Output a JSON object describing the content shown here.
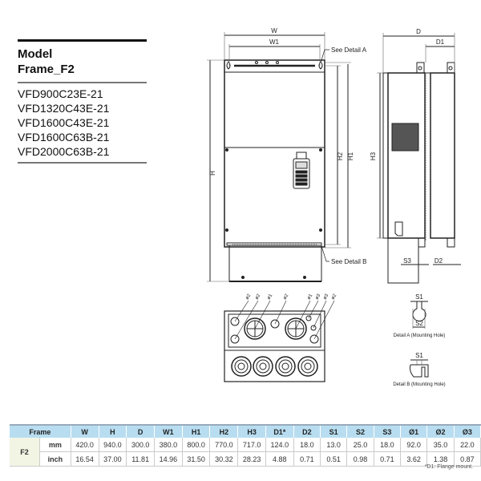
{
  "model_block": {
    "title_line1": "Model",
    "title_line2": "Frame_F2",
    "models": [
      "VFD900C23E-21",
      "VFD1320C43E-21",
      "VFD1600C43E-21",
      "VFD1600C63B-21",
      "VFD2000C63B-21"
    ]
  },
  "drawing": {
    "front_labels": {
      "W": "W",
      "W1": "W1",
      "H": "H",
      "H1": "H1",
      "H2": "H2"
    },
    "side_labels": {
      "D": "D",
      "D1": "D1",
      "H3": "H3",
      "S3": "S3",
      "D2": "D2"
    },
    "callouts": {
      "detail_a": "See Detail A",
      "detail_b": "See Detail B"
    },
    "bottom_view_labels": [
      "ø2",
      "ø2",
      "ø1",
      "ø2",
      "ø1",
      "ø3",
      "ø3",
      "ø2"
    ],
    "detail_a": {
      "caption": "Detail A (Mounting Hole)",
      "s1": "S1",
      "s2": "S2"
    },
    "detail_b": {
      "caption": "Detail B (Mounting Hole)",
      "s1": "S1"
    }
  },
  "table": {
    "headers": [
      "Frame",
      "W",
      "H",
      "D",
      "W1",
      "H1",
      "H2",
      "H3",
      "D1*",
      "D2",
      "S1",
      "S2",
      "S3",
      "Ø1",
      "Ø2",
      "Ø3"
    ],
    "frame": "F2",
    "rows": [
      {
        "unit": "mm",
        "values": [
          "420.0",
          "940.0",
          "300.0",
          "380.0",
          "800.0",
          "770.0",
          "717.0",
          "124.0",
          "18.0",
          "13.0",
          "25.0",
          "18.0",
          "92.0",
          "35.0",
          "22.0"
        ]
      },
      {
        "unit": "inch",
        "values": [
          "16.54",
          "37.00",
          "11.81",
          "14.96",
          "31.50",
          "30.32",
          "28.23",
          "4.88",
          "0.71",
          "0.51",
          "0.98",
          "0.71",
          "3.62",
          "1.38",
          "0.87"
        ]
      }
    ],
    "footnote": "*D1: Flange mount."
  },
  "colors": {
    "header_bg": "#b8ddf0",
    "frame_cell_bg": "#f2f5e4"
  }
}
